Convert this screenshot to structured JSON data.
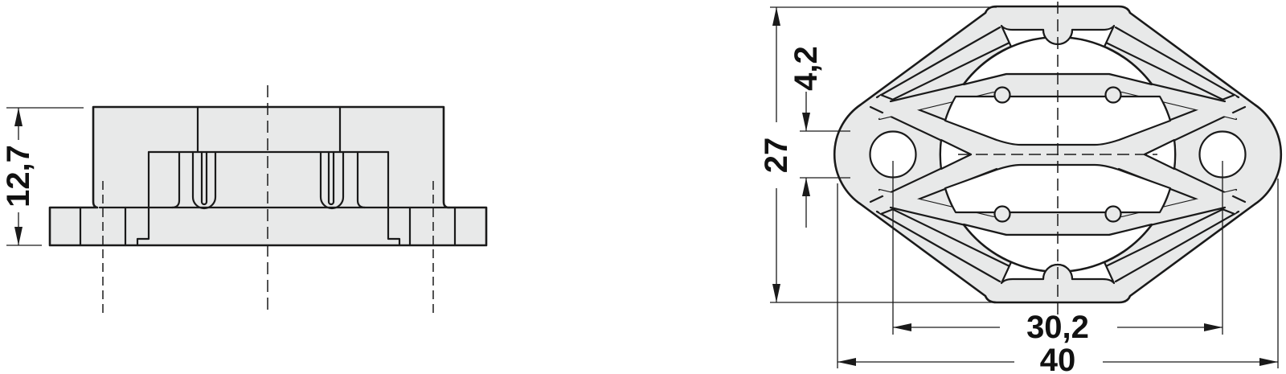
{
  "colors": {
    "line": "#1a1a1a",
    "part_fill": "#e8e9e9",
    "background": "#ffffff",
    "text": "#111111"
  },
  "views": {
    "side_view": {
      "dimensions": {
        "height": {
          "label": "12,7",
          "value": 12.7,
          "unit": "mm",
          "orientation": "vertical"
        }
      }
    },
    "top_view": {
      "dimensions": {
        "overall_height": {
          "label": "27",
          "value": 27,
          "unit": "mm",
          "orientation": "vertical"
        },
        "hole_diameter": {
          "label": "4,2",
          "value": 4.2,
          "unit": "mm",
          "orientation": "vertical"
        },
        "hole_spacing": {
          "label": "30,2",
          "value": 30.2,
          "unit": "mm",
          "orientation": "horizontal"
        },
        "overall_width": {
          "label": "40",
          "value": 40,
          "unit": "mm",
          "orientation": "horizontal"
        }
      }
    }
  }
}
